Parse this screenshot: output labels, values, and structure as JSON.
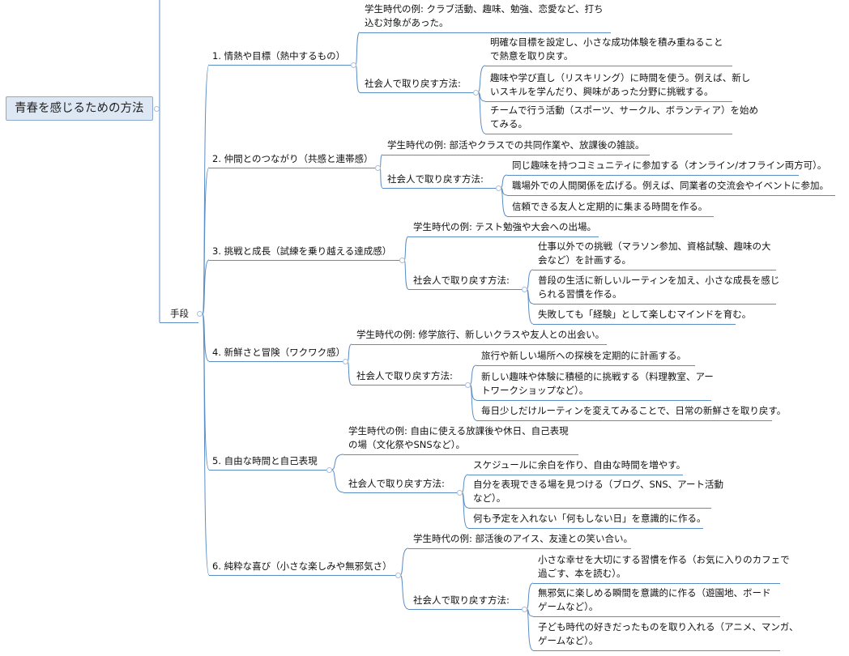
{
  "root": {
    "label": "青春を感じるための方法"
  },
  "main_branch": {
    "label": "手段"
  },
  "categories": [
    {
      "label": "1. 情熱や目標（熱中するもの）",
      "example": "学生時代の例: クラブ活動、趣味、勉強、恋愛など、打ち\n込む対象があった。",
      "method_label": "社会人で取り戻す方法:",
      "methods": [
        "明確な目標を設定し、小さな成功体験を積み重ねること\nで熱意を取り戻す。",
        "趣味や学び直し（リスキリング）に時間を使う。例えば、新し\nいスキルを学んだり、興味があった分野に挑戦する。",
        "チームで行う活動（スポーツ、サークル、ボランティア）を始め\nてみる。"
      ]
    },
    {
      "label": "2. 仲間とのつながり（共感と連帯感）",
      "example": "学生時代の例: 部活やクラスでの共同作業や、放課後の雑談。",
      "method_label": "社会人で取り戻す方法:",
      "methods": [
        "同じ趣味を持つコミュニティに参加する（オンライン/オフライン両方可）。",
        "職場外での人間関係を広げる。例えば、同業者の交流会やイベントに参加。",
        "信頼できる友人と定期的に集まる時間を作る。"
      ]
    },
    {
      "label": "3. 挑戦と成長（試練を乗り越える達成感）",
      "example": "学生時代の例: テスト勉強や大会への出場。",
      "method_label": "社会人で取り戻す方法:",
      "methods": [
        "仕事以外での挑戦（マラソン参加、資格試験、趣味の大\n会など）を計画する。",
        "普段の生活に新しいルーティンを加え、小さな成長を感じ\nられる習慣を作る。",
        "失敗しても「経験」として楽しむマインドを育む。"
      ]
    },
    {
      "label": "4. 新鮮さと冒険（ワクワク感）",
      "example": "学生時代の例: 修学旅行、新しいクラスや友人との出会い。",
      "method_label": "社会人で取り戻す方法:",
      "methods": [
        "旅行や新しい場所への探検を定期的に計画する。",
        "新しい趣味や体験に積極的に挑戦する（料理教室、アー\nトワークショップなど）。",
        "毎日少しだけルーティンを変えてみることで、日常の新鮮さを取り戻す。"
      ]
    },
    {
      "label": "5. 自由な時間と自己表現",
      "example": "学生時代の例: 自由に使える放課後や休日、自己表現\nの場（文化祭やSNSなど）。",
      "method_label": "社会人で取り戻す方法:",
      "methods": [
        "スケジュールに余白を作り、自由な時間を増やす。",
        "自分を表現できる場を見つける（ブログ、SNS、アート活動\nなど）。",
        "何も予定を入れない「何もしない日」を意識的に作る。"
      ]
    },
    {
      "label": "6. 純粋な喜び（小さな楽しみや無邪気さ）",
      "example": "学生時代の例: 部活後のアイス、友達との笑い合い。",
      "method_label": "社会人で取り戻す方法:",
      "methods": [
        "小さな幸せを大切にする習慣を作る（お気に入りのカフェで\n過ごす、本を読む）。",
        "無邪気に楽しめる瞬間を意識的に作る（遊園地、ボード\nゲームなど）。",
        "子ども時代の好きだったものを取り入れる（アニメ、マンガ、\nゲームなど）。"
      ]
    }
  ],
  "colors": {
    "connector": "#5b8dc4",
    "root_fill": "#dde8f4",
    "root_border": "#8aa9cc",
    "text": "#111111"
  }
}
